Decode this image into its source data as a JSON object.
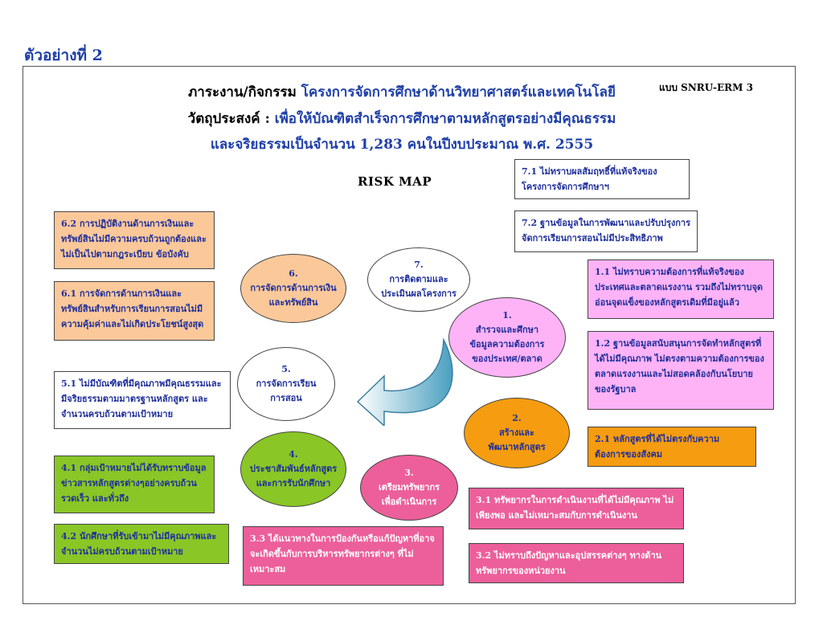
{
  "heading": "ตัวอย่างที่ 2",
  "form_code": "แบบ  SNRU-ERM 3",
  "title": {
    "line1_prefix": "ภาระงาน/กิจกรรม ",
    "line1_value": "โครงการจัดการศึกษาด้านวิทยาศาสตร์และเทคโนโลยี",
    "line2_prefix": "วัตถุประสงค์ : ",
    "line2_value": "เพื่อให้บัณฑิตสำเร็จการศึกษาตามหลักสูตรอย่างมีคุณธรรม",
    "line3": "และจริยธรรมเป็นจำนวน 1,283 คนในปีงบประมาณ พ.ศ. 2555"
  },
  "risk_map_label": "RISK  MAP",
  "ellipses": {
    "e1": "1.\nสำรวจและศึกษา\nข้อมูลความต้องการ\nของประเทศ/ตลาด",
    "e2": "2.\nสร้างและ\nพัฒนาหลักสูตร",
    "e3": "3.\nเตรียมทรัพยากร\nเพื่อดำเนินการ",
    "e4": "4.\nประชาสัมพันธ์หลักสูตร\nและการรับนักศึกษา",
    "e5": "5.\nการจัดการเรียน\nการสอน",
    "e6": "6.\nการจัดการด้านการเงิน\nและทรัพย์สิน",
    "e7": "7.\nการติดตามและ\nประเมินผลโครงการ"
  },
  "risks": {
    "r7_1": "7.1 ไม่ทราบผลสัมฤทธิ์ที่แท้จริงของโครงการจัดการศึกษาฯ",
    "r7_2": "7.2 ฐานข้อมูลในการพัฒนาและปรับปรุงการจัดการเรียนการสอนไม่มีประสิทธิภาพ",
    "r6_2": "6.2  การปฏิบัติงานด้านการเงินและทรัพย์สินไม่มีความครบถ้วนถูกต้องและไม่เป็นไปตามกฎระเบียบ ข้อบังคับ",
    "r6_1": "6.1  การจัดการด้านการเงินและทรัพย์สินสำหรับการเรียนการสอนไม่มีความคุ้มค่าและไม่เกิดประโยชน์สูงสุด",
    "r1_1": "1.1  ไม่ทราบความต้องการที่แท้จริงของประเทศและตลาดแรงงาน รวมถึงไม่ทราบจุดอ่อนจุดแข็งของหลักสูตรเดิมที่มีอยู่แล้ว",
    "r1_2": "1.2 ฐานข้อมูลสนับสนุนการจัดทำหลักสูตรที่ได้ไม่มีคุณภาพ ไม่ตรงตามความต้องการของตลาดแรงงานและไม่สอดคล้องกับนโยบายของรัฐบาล",
    "r5_1": "5.1 ไม่มีบัณฑิตที่มีคุณภาพมีคุณธรรมและมีจริยธรรมตามมาตรฐานหลักสูตร และจำนวนครบถ้วนตามเป้าหมาย",
    "r2_1": "2.1  หลักสูตรที่ได้ไม่ตรงกับความต้องการของสังคม",
    "r4_1": "4.1  กลุ่มเป้าหมายไม่ได้รับทราบข้อมูลข่าวสารหลักสูตรต่างๆอย่างครบถ้วน รวดเร็ว และทั่วถึง",
    "r4_2": "4.2  นักศึกษาที่รับเข้ามาไม่มีคุณภาพและจำนวนไม่ครบถ้วนตามเป้าหมาย",
    "r3_1": "3.1  ทรัพยากรในการดำเนินงานที่ได้ไม่มีคุณภาพ ไม่เพียงพอ และไม่เหมาะสมกับการดำเนินงาน",
    "r3_2": "3.2  ไม่ทราบถึงปัญหาและอุปสรรคต่างๆ ทางด้านทรัพยากรของหน่วยงาน",
    "r3_3": "3.3  ได้แนวทางในการป้องกันหรือแก้ปัญหาที่อาจจะเกิดขึ้นกับการบริหารทรัพยากรต่างๆ ที่ไม่เหมาะสม"
  },
  "colors": {
    "peach": "#fbc89a",
    "pink": "#ffb3f7",
    "orange": "#f59c10",
    "green": "#8ac626",
    "rose": "#ec5f9a",
    "cycle_arrow_light": "#ffffff",
    "cycle_arrow_dark": "#4a9fc0"
  }
}
